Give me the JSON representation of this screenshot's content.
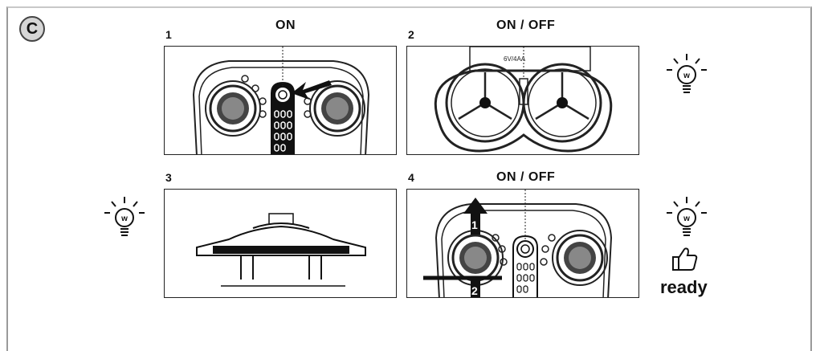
{
  "section": {
    "badge": "C"
  },
  "steps": [
    {
      "number": "1",
      "label": "ON"
    },
    {
      "number": "2",
      "label": "ON / OFF"
    },
    {
      "number": "3",
      "label": ""
    },
    {
      "number": "4",
      "label": "ON / OFF"
    }
  ],
  "step4_arrows": {
    "up": "1",
    "down": "2"
  },
  "drone_labels": {
    "side_text": "6V/4AA"
  },
  "status": {
    "ready": "ready"
  },
  "icons": [
    "circle-c-icon",
    "lightbulb-icon",
    "thumbs-up-icon",
    "power-button-icon",
    "arrow-icon"
  ]
}
